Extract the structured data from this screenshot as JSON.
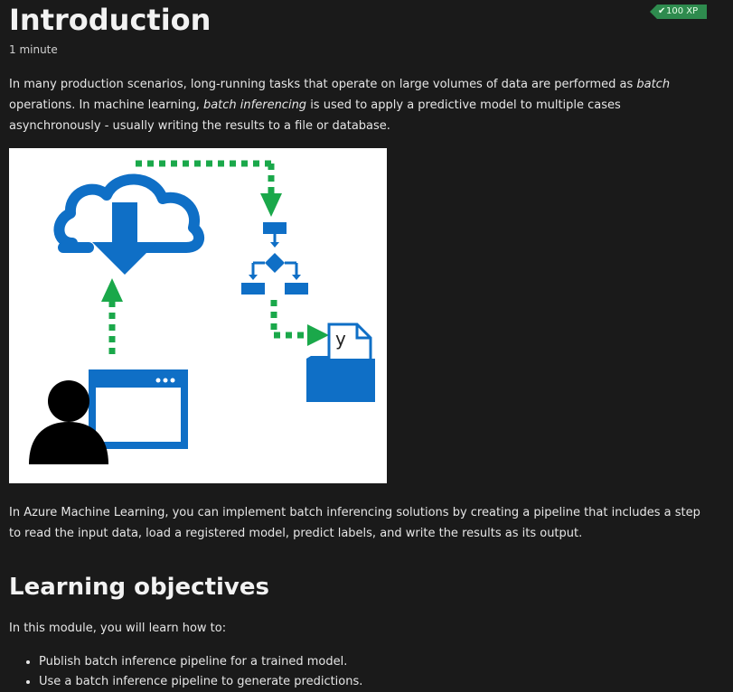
{
  "page": {
    "title": "Introduction",
    "duration": "1 minute",
    "xp_badge": "100 XP"
  },
  "intro": {
    "p1_a": "In many production scenarios, long-running tasks that operate on large volumes of data are performed as ",
    "p1_em": "batch",
    "p1_b": " operations. In machine learning, ",
    "p1_em2": "batch inferencing",
    "p1_c": " is used to apply a predictive model to multiple cases asynchronously - usually writing the results to a file or database.",
    "p2": "In Azure Machine Learning, you can implement batch inferencing solutions by creating a pipeline that includes a step to read the input data, load a registered model, predict labels, and write the results as its output."
  },
  "diagram": {
    "output_label": "y"
  },
  "objectives": {
    "heading": "Learning objectives",
    "lead": "In this module, you will learn how to:",
    "items": [
      "Publish batch inference pipeline for a trained model.",
      "Use a batch inference pipeline to generate predictions."
    ]
  },
  "colors": {
    "background": "#1a1a1a",
    "text": "#e6e6e6",
    "azure_blue": "#0f6fc6",
    "arrow_green": "#1aa84a",
    "badge_green": "#2e8b4e"
  }
}
